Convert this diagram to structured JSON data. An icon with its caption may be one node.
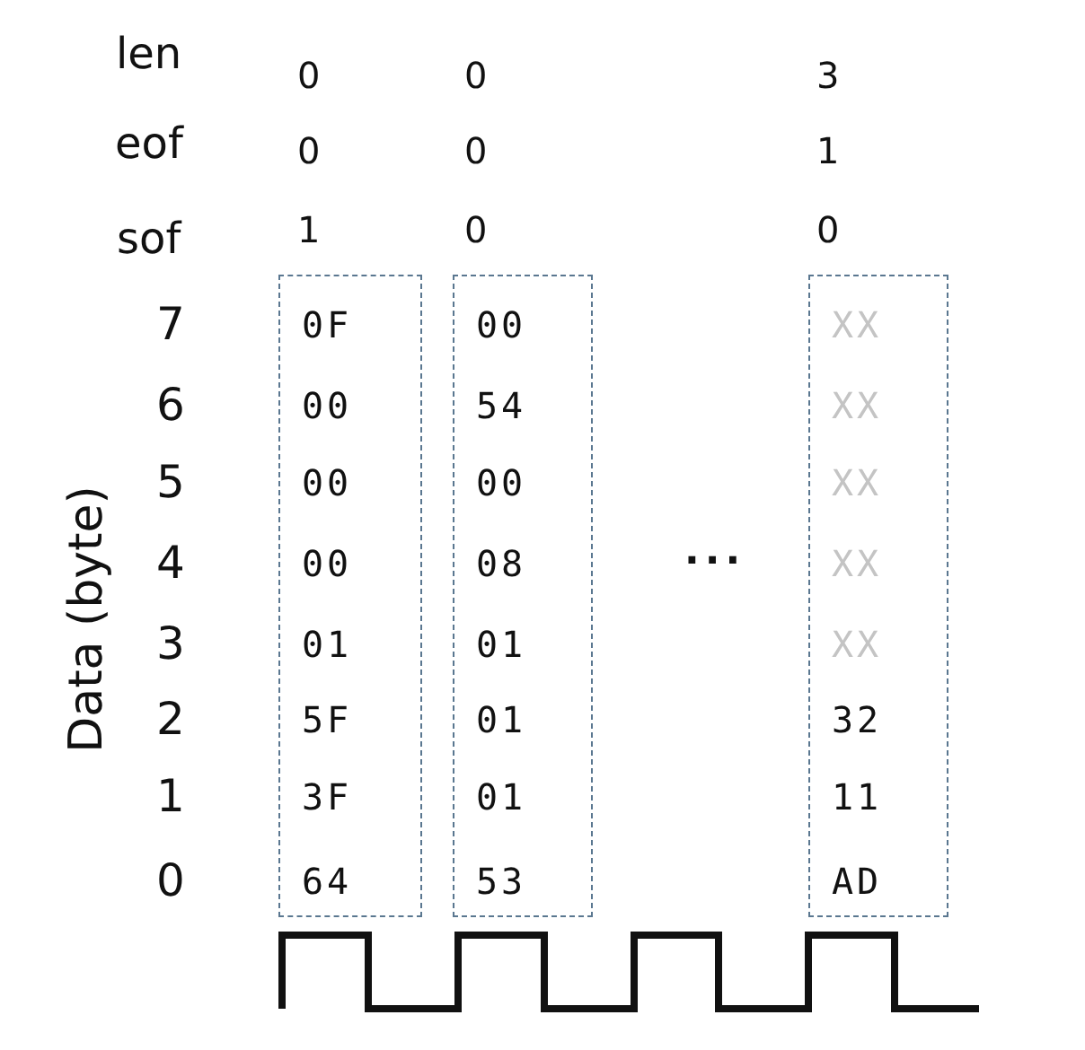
{
  "diagram": {
    "nodes": [
      {
        "text": [
          "0F",
          "00",
          "00",
          "00",
          "01",
          "5F",
          "3F",
          "64"
        ]
      },
      {
        "text": [
          "00",
          "54",
          "00",
          "08",
          "01",
          "01",
          "01",
          "53"
        ]
      },
      {
        "text": [
          "XX",
          "XX",
          "XX",
          "XX",
          "XX",
          "32",
          "11",
          "AD"
        ]
      }
    ],
    "labels": [
      "len",
      "0",
      "0",
      "3",
      "eof",
      "0",
      "0",
      "1",
      "sof",
      "1",
      "0",
      "0",
      "7",
      "6",
      "5",
      "4",
      "3",
      "2",
      "1",
      "0",
      "Data (byte)",
      "..."
    ]
  }
}
